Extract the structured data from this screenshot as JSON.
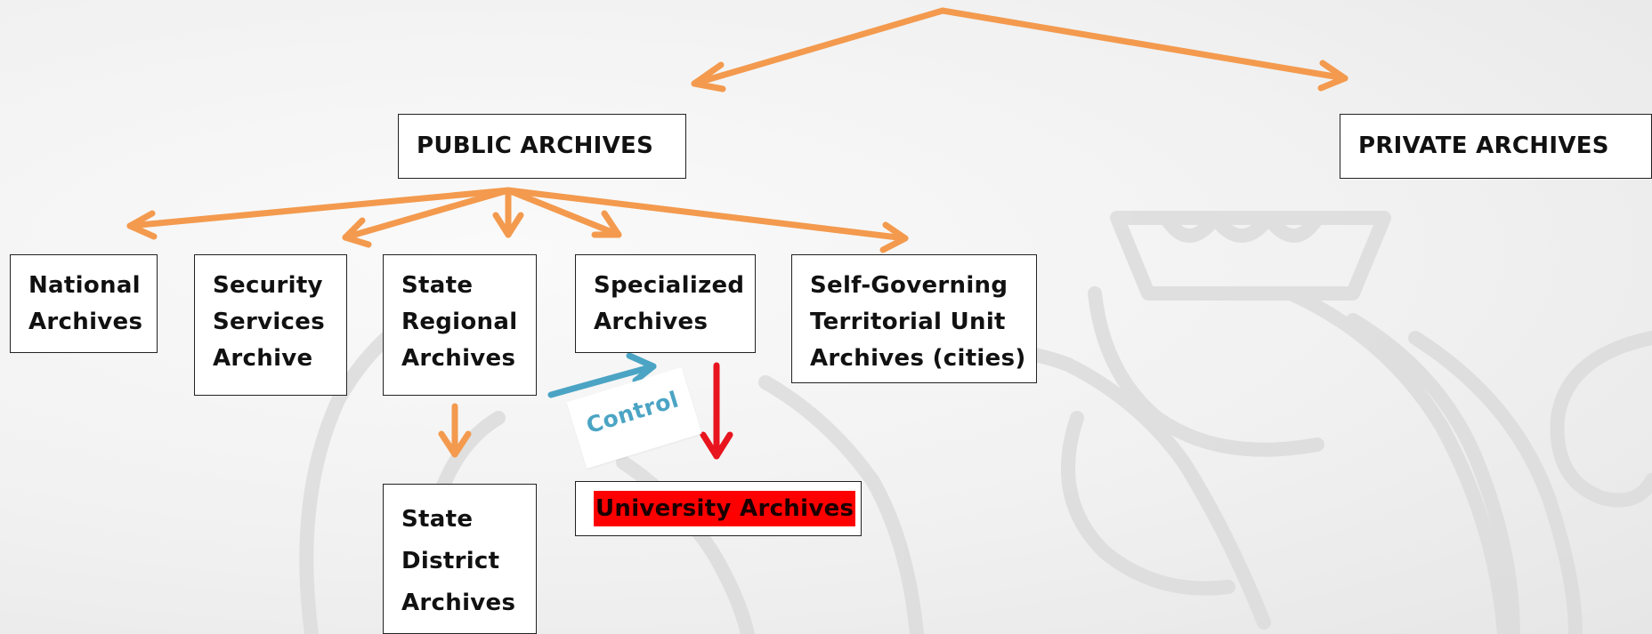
{
  "diagram": {
    "nodes": {
      "public": [
        "PUBLIC ARCHIVES"
      ],
      "private": [
        "PRIVATE ARCHIVES"
      ],
      "national": [
        "National",
        "Archives"
      ],
      "security": [
        "Security",
        "Services",
        "Archive"
      ],
      "regional": [
        "State",
        "Regional",
        "Archives"
      ],
      "specialized": [
        "Specialized",
        "Archives"
      ],
      "selfgov": [
        "Self-Governing",
        "Territorial Unit",
        "Archives (cities)"
      ],
      "district": [
        "State",
        "District",
        "Archives"
      ],
      "university": "University Archives"
    },
    "control_label": "Control",
    "colors": {
      "hierarchy_arrow": "#f39a4e",
      "control_arrow": "#4ba4c4",
      "university_arrow": "#e8141e",
      "university_highlight": "#ff0000"
    },
    "edges": [
      {
        "from": "root",
        "to": "public"
      },
      {
        "from": "root",
        "to": "private"
      },
      {
        "from": "public",
        "to": "national"
      },
      {
        "from": "public",
        "to": "security"
      },
      {
        "from": "public",
        "to": "regional"
      },
      {
        "from": "public",
        "to": "specialized"
      },
      {
        "from": "public",
        "to": "selfgov"
      },
      {
        "from": "regional",
        "to": "district"
      },
      {
        "from": "regional",
        "to": "specialized",
        "label": "Control"
      },
      {
        "from": "specialized",
        "to": "university"
      }
    ]
  }
}
